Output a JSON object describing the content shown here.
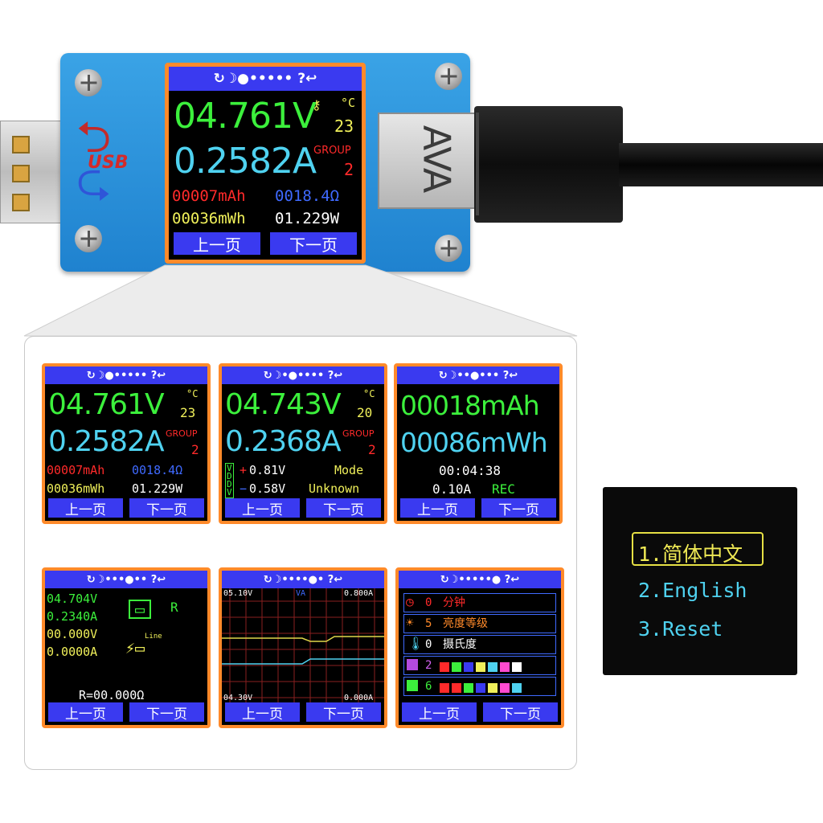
{
  "main": {
    "status_bar": "↻☽●••••• ?↩",
    "voltage": "04.761V",
    "temp_unit": "°C",
    "temp": "23",
    "current": "0.2582A",
    "group_label": "GROUP",
    "group": "2",
    "capacity": "00007mAh",
    "resistance": "0018.4Ω",
    "energy": "00036mWh",
    "power": "01.229W",
    "btn_prev": "上一页",
    "btn_next": "下一页"
  },
  "port_label": "AVA",
  "usb_logo": "USB",
  "screens": {
    "s1": {
      "bar": "↻☽●••••• ?↩",
      "voltage": "04.761V",
      "temp_unit": "°C",
      "temp": "23",
      "current": "0.2582A",
      "group_label": "GROUP",
      "group": "2",
      "capacity": "00007mAh",
      "resistance": "0018.4Ω",
      "energy": "00036mWh",
      "power": "01.229W"
    },
    "s2": {
      "bar": "↻☽•●•••• ?↩",
      "voltage": "04.743V",
      "temp_unit": "°C",
      "temp": "20",
      "current": "0.2368A",
      "group_label": "GROUP",
      "group": "2",
      "dplus": "0.81V",
      "dminus": "0.58V",
      "mode_label": "Mode",
      "mode": "Unknown"
    },
    "s3": {
      "bar": "↻☽••●••• ?↩",
      "capacity": "00018mAh",
      "energy": "00086mWh",
      "time": "00:04:38",
      "threshold": "0.10A",
      "rec": "REC"
    },
    "s4": {
      "bar": "↻☽•••●•• ?↩",
      "v1": "04.704V",
      "a1": "0.2340A",
      "v2": "00.000V",
      "a2": "0.0000A",
      "line_label": "Line",
      "r_label": "R",
      "resistance": "R=00.000Ω"
    },
    "s5": {
      "bar": "↻☽••••●• ?↩",
      "v_max": "05.10V",
      "va": "VA",
      "a_max": "0.800A",
      "v_min": "04.30V",
      "a_min": "0.000A"
    },
    "s6": {
      "bar": "↻☽•••••● ?↩",
      "timeout_val": "0",
      "timeout_label": "分钟",
      "brightness_val": "5",
      "brightness_label": "亮度等级",
      "temp_val": "0",
      "temp_label": "摄氏度",
      "theme_val": "2",
      "color_val": "6"
    },
    "btn_prev": "上一页",
    "btn_next": "下一页"
  },
  "oled": {
    "item1": "1.简体中文",
    "item2": "2.English",
    "item3": "3.Reset"
  }
}
